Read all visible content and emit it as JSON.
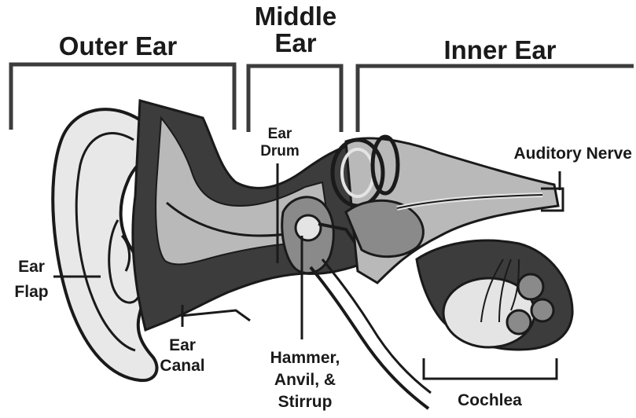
{
  "headings": {
    "outer_ear": "Outer Ear",
    "middle_ear_line1": "Middle",
    "middle_ear_line2": "Ear",
    "inner_ear": "Inner Ear"
  },
  "labels": {
    "ear_drum_line1": "Ear",
    "ear_drum_line2": "Drum",
    "auditory_nerve": "Auditory Nerve",
    "ear_flap_line1": "Ear",
    "ear_flap_line2": "Flap",
    "ear_canal_line1": "Ear",
    "ear_canal_line2": "Canal",
    "ossicles_line1": "Hammer,",
    "ossicles_line2": "Anvil, &",
    "ossicles_line3": "Stirrup",
    "cochlea": "Cochlea"
  },
  "colors": {
    "ink": "#1a1a1a",
    "dark_tissue": "#3c3c3c",
    "mid_tissue": "#8a8a8a",
    "light_tissue": "#b9b9b9",
    "pale_tissue": "#e4e4e4"
  }
}
